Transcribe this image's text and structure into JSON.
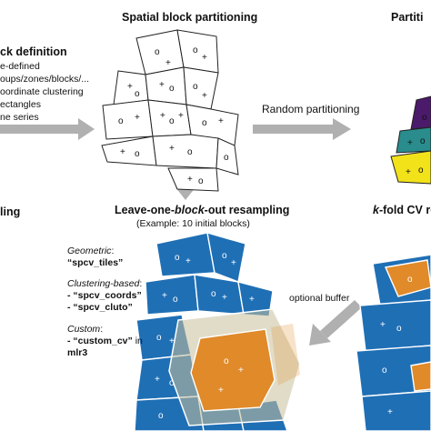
{
  "colors": {
    "block_blue": "#1f6fb5",
    "block_orange": "#e08a2a",
    "buffer": "#c9c09a",
    "arrow_gray": "#b0b0b0",
    "purple": "#4b1a6b",
    "teal": "#2a8c8c",
    "yellow": "#f2e21a"
  },
  "titles": {
    "spatial": "Spatial block partitioning",
    "partition_cut": "Partiti",
    "loo_prefix": "Leave-one-",
    "loo_italic": "block",
    "loo_suffix": "-out resampling",
    "loo_example": "(Example: 10 initial blocks)",
    "kfold_prefix": "k",
    "kfold_suffix": "-fold CV re",
    "left_cut": "ling"
  },
  "block_definition": {
    "heading": "ck definition",
    "items": [
      "e-defined",
      "oups/zones/blocks/...",
      "oordinate clustering",
      "ectangles",
      "ne series"
    ]
  },
  "arrow_label": "Random partitioning",
  "methods": {
    "geometric_label": "Geometric",
    "geometric_colon": ":",
    "spcv_tiles": "“spcv_tiles”",
    "clustering_label": "Clustering-based",
    "clustering_colon": ":",
    "spcv_coords": "- “spcv_coords”",
    "spcv_cluto": "- “spcv_cluto”",
    "custom_label": "Custom",
    "custom_colon": ":",
    "custom_cv_prefix": "- “custom_cv”",
    "custom_cv_suffix": " in",
    "mlr3": "mlr3"
  },
  "buffer_label": "optional buffer",
  "icons": [
    "right-arrow-icon",
    "down-arrow-icon",
    "diagonal-arrow-icon"
  ]
}
